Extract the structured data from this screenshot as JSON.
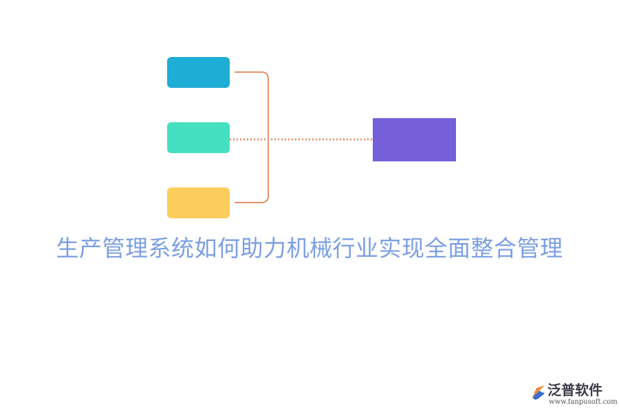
{
  "diagram": {
    "title": "生产管理系统如何助力机械行业实现全面整合管理",
    "nodes": [
      {
        "id": "node-1",
        "color": "#1eadd4",
        "label": ""
      },
      {
        "id": "node-2",
        "color": "#45e0c2",
        "label": ""
      },
      {
        "id": "node-3",
        "color": "#fdcd5c",
        "label": ""
      },
      {
        "id": "target",
        "color": "#7660d9",
        "label": ""
      }
    ],
    "edges": [
      {
        "from": [
          "node-1",
          "node-2",
          "node-3"
        ],
        "to": "target",
        "style": "bracket-then-dotted",
        "color": "#e8906b"
      }
    ]
  },
  "colors": {
    "title": "#7b9fe3",
    "connector": "#e8906b",
    "logo_orange": "#f08a3c",
    "logo_blue": "#3a6fd0"
  },
  "logo": {
    "name": "泛普软件",
    "url": "www.fanpusoft.com",
    "icon": "fanpu-logo-icon"
  }
}
